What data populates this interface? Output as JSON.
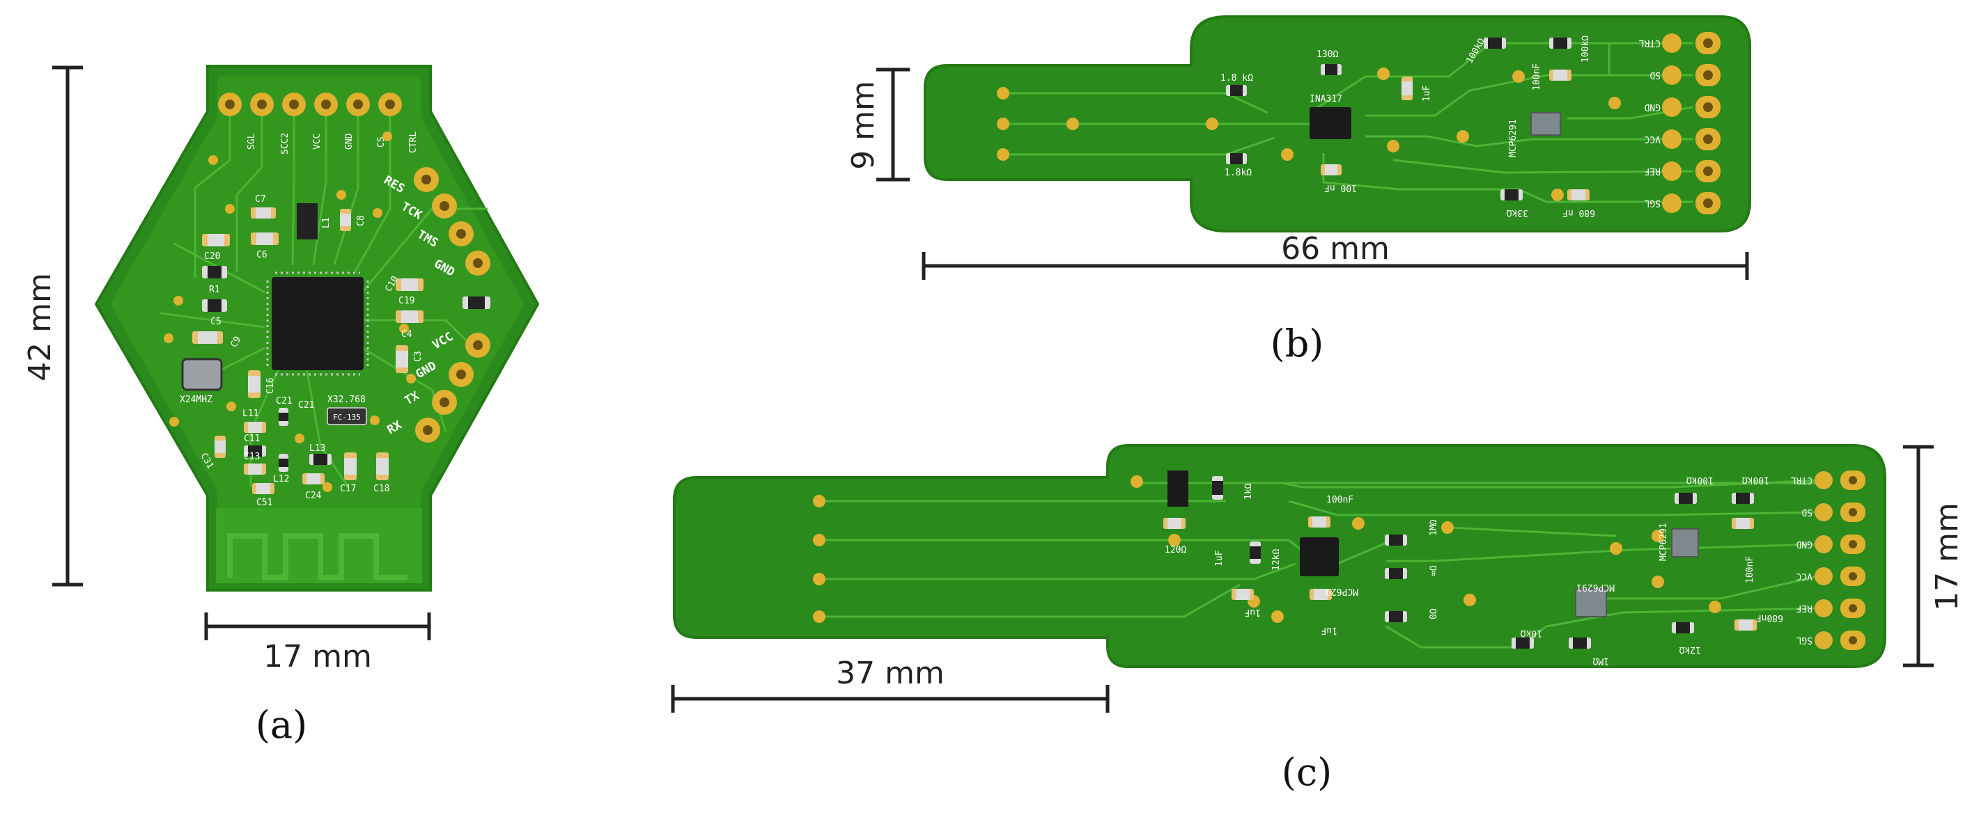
{
  "figure": {
    "a": {
      "caption": "(a)",
      "height_label": "42 mm",
      "width_label": "17 mm",
      "header_labels": [
        "SGL",
        "SCC2",
        "VCC",
        "GND",
        "CS",
        "CTRL"
      ],
      "side_labels": [
        "RES",
        "TCK",
        "TMS",
        "GND",
        "VCC",
        "GND",
        "TX",
        "RX"
      ],
      "component_labels": [
        "C7",
        "L1",
        "C8",
        "C20",
        "C6",
        "R1",
        "C5",
        "C9",
        "C19",
        "C4",
        "C10",
        "C3",
        "X24MHZ",
        "C16",
        "L11",
        "C21",
        "C21",
        "X32.768",
        "C11",
        "C13",
        "L13",
        "C31",
        "L12",
        "C51",
        "C24",
        "C17",
        "C18",
        "FC-135"
      ]
    },
    "b": {
      "caption": "(b)",
      "height_label": "9 mm",
      "width_label": "66 mm",
      "pin_labels": [
        "CTRL",
        "SD",
        "GND",
        "VCC",
        "REF",
        "SGL"
      ],
      "component_labels": [
        "1.8 kΩ",
        "130Ω",
        "INA317",
        "1uF",
        "100kΩ",
        "100nF",
        "100kΩ",
        "MCP6291",
        "1.8kΩ",
        "100 nF",
        "33kΩ",
        "680 nF"
      ]
    },
    "c": {
      "caption": "(c)",
      "height_label": "17 mm",
      "width_label": "37 mm",
      "pin_labels": [
        "CTRL",
        "SD",
        "GND",
        "VCC",
        "REF",
        "SGL"
      ],
      "component_labels": [
        "1kΩ",
        "100nF",
        "120Ω",
        "1uF",
        "12kΩ",
        "MCP629",
        "1MΩ",
        "∞Ω",
        "0Ω",
        "1uF",
        "1uF",
        "100kΩ",
        "100kΩ",
        "MCP6291",
        "100nF",
        "MCP6291",
        "680nF",
        "10kΩ",
        "1MΩ",
        "12kΩ"
      ]
    }
  },
  "colors": {
    "board": "#2b8a1c",
    "board_light": "#3da52a",
    "trace": "#4cb535",
    "pad_gold": "#e0b030",
    "chip": "#1a1a1a",
    "dimension": "#222222"
  }
}
